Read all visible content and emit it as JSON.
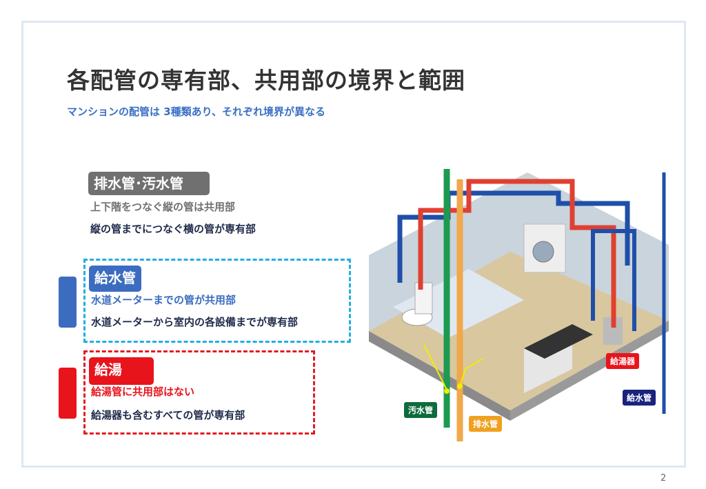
{
  "title": "各配管の専有部、共用部の境界と範囲",
  "subtitle": "マンションの配管は 3種類あり、それぞれ境界が異なる",
  "sections": [
    {
      "label": "排水管･汚水管",
      "line1": "上下階をつなぐ縦の管は共用部",
      "line2": "縦の管までにつなぐ横の管が専有部"
    },
    {
      "label": "給水管",
      "line1": "水道メーターまでの管が共用部",
      "line2": "水道メーターから室内の各設備までが専有部"
    },
    {
      "label": "給湯",
      "line1": "給湯管に共用部はない",
      "line2": "給湯器も含むすべての管が専有部"
    }
  ],
  "illustration": {
    "labels": {
      "sewage": "汚水管",
      "drain": "排水管",
      "heater": "給湯器",
      "water": "給水管"
    }
  },
  "colors": {
    "blue": "#3c6cc0",
    "red": "#e8141c",
    "gray": "#707070",
    "sewage": "#0d6b3c",
    "drain": "#f0a020",
    "water": "#1a237e"
  },
  "page_number": "2"
}
